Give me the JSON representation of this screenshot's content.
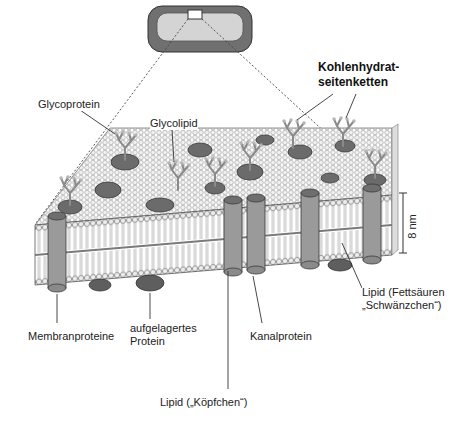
{
  "diagram": {
    "labels": [
      "Glycoprotein",
      "Glycolipid",
      "Kohlenhydrat- seitenketten",
      "8 nm",
      "Lipid (Fettsäuren „Schwänzchen“)",
      "Membranproteine",
      "aufgelagertes Protein",
      "Kanalprotein",
      "Lipid („Köpfchen“)"
    ]
  }
}
